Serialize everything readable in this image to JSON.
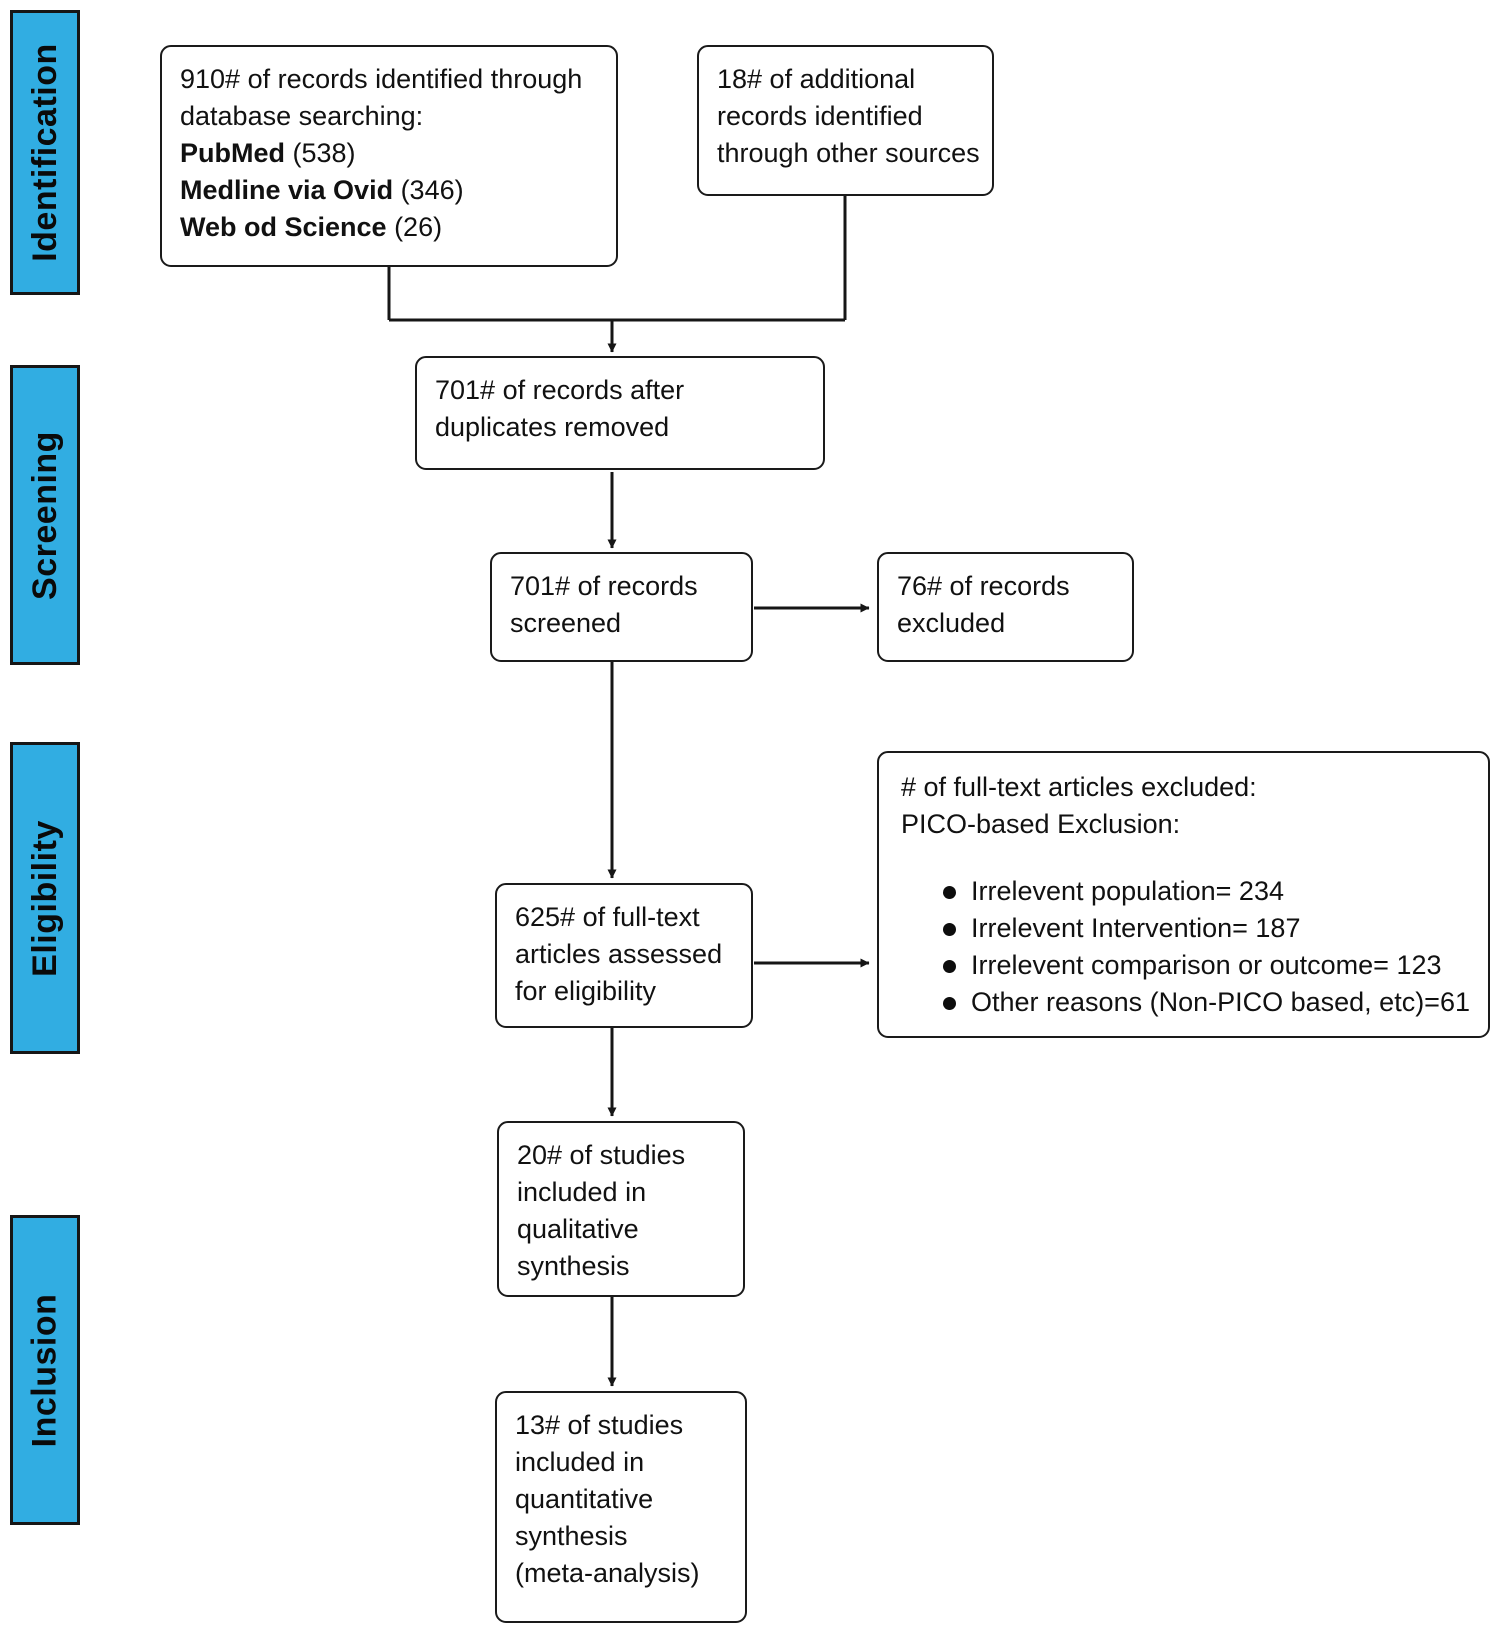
{
  "colors": {
    "stage_fill": "#31ADE2",
    "box_border": "#1a1a1a",
    "line": "#161616"
  },
  "sidebar": {
    "stages": [
      {
        "label": "Identification"
      },
      {
        "label": "Screening"
      },
      {
        "label": "Eligibility"
      },
      {
        "label": "Inclusion"
      }
    ]
  },
  "boxes": {
    "identified": {
      "lines": [
        "910# of records identified through",
        "database searching:"
      ],
      "sources": [
        {
          "name": "PubMed",
          "count": " (538)"
        },
        {
          "name": "Medline via Ovid",
          "count": " (346)"
        },
        {
          "name": "Web od Science",
          "count": " (26)"
        }
      ]
    },
    "additional": {
      "lines": [
        "18# of additional",
        "records identified",
        "through other sources"
      ]
    },
    "deduped": {
      "lines": [
        "701# of records after",
        "duplicates removed"
      ]
    },
    "screened": {
      "lines": [
        "701# of records",
        "screened"
      ]
    },
    "excluded": {
      "lines": [
        "76# of records",
        "excluded"
      ]
    },
    "fulltext": {
      "lines": [
        "625# of full-text",
        "articles assessed",
        "for eligibility"
      ]
    },
    "fulltext_excluded": {
      "header_lines": [
        "# of full-text articles excluded:",
        "PICO-based Exclusion:"
      ],
      "reasons": [
        "Irrelevent population= 234",
        "Irrelevent Intervention= 187",
        "Irrelevent comparison or outcome= 123",
        "Other reasons (Non-PICO based, etc)=61"
      ]
    },
    "qualitative": {
      "lines": [
        "20# of studies",
        "included in",
        "qualitative",
        "synthesis"
      ]
    },
    "quantitative": {
      "lines": [
        "13# of studies",
        "included in",
        "quantitative",
        "synthesis",
        "(meta-analysis)"
      ]
    }
  }
}
